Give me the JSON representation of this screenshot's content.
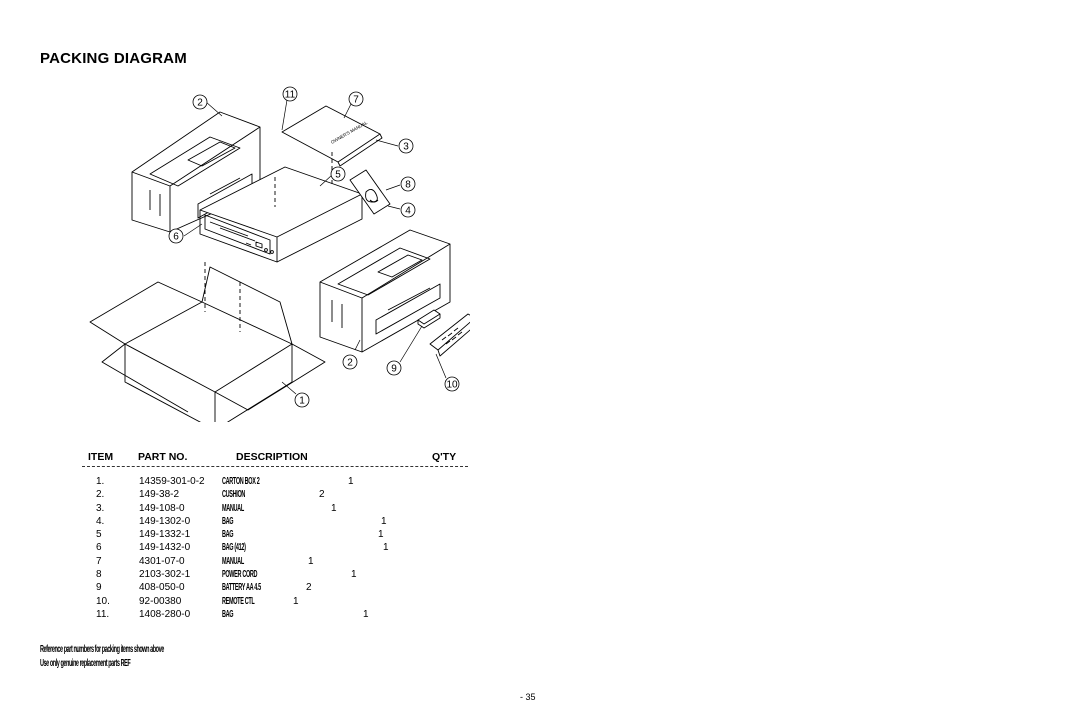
{
  "page_title": "PACKING DIAGRAM",
  "callouts": [
    "1",
    "2",
    "3",
    "4",
    "5",
    "6",
    "7",
    "8",
    "9",
    "10",
    "11",
    "2"
  ],
  "manual_cover_text": "OWNER'S MANUAL",
  "table": {
    "headers": {
      "item": "ITEM",
      "part": "PART NO.",
      "desc": "DESCRIPTION",
      "qty": "Q'TY"
    },
    "rows": [
      {
        "item": "1.",
        "part": "14359-301-0-2",
        "desc": "CARTON BOX 2",
        "qty": "1",
        "qty_col": 345
      },
      {
        "item": "2.",
        "part": "149-38-2",
        "desc": "CUSHION",
        "qty": "2",
        "qty_col": 316
      },
      {
        "item": "3.",
        "part": "149-108-0",
        "desc": "MANUAL",
        "qty": "1",
        "qty_col": 328
      },
      {
        "item": "4.",
        "part": "149-1302-0",
        "desc": "BAG",
        "qty": "1",
        "qty_col": 378
      },
      {
        "item": "5",
        "part": "149-1332-1",
        "desc": "BAG",
        "qty": "1",
        "qty_col": 375
      },
      {
        "item": "6",
        "part": "149-1432-0",
        "desc": "BAG (412)",
        "qty": "1",
        "qty_col": 380
      },
      {
        "item": "7",
        "part": "4301-07-0",
        "desc": "MANUAL",
        "qty": "1",
        "qty_col": 305
      },
      {
        "item": "8",
        "part": "2103-302-1",
        "desc": "POWER CORD",
        "qty": "1",
        "qty_col": 348
      },
      {
        "item": "9",
        "part": "408-050-0",
        "desc": "BATTERY AA 4.5",
        "qty": "2",
        "qty_col": 303
      },
      {
        "item": "10.",
        "part": "92-00380",
        "desc": "REMOTE CTL",
        "qty": "1",
        "qty_col": 290
      },
      {
        "item": "11.",
        "part": "1408-280-0",
        "desc": "BAG",
        "qty": "1",
        "qty_col": 360
      }
    ]
  },
  "footnote": {
    "line1": "Reference part numbers for packing items shown above",
    "line2": "Use only genuine replacement parts REF"
  },
  "page_number": "- 35"
}
